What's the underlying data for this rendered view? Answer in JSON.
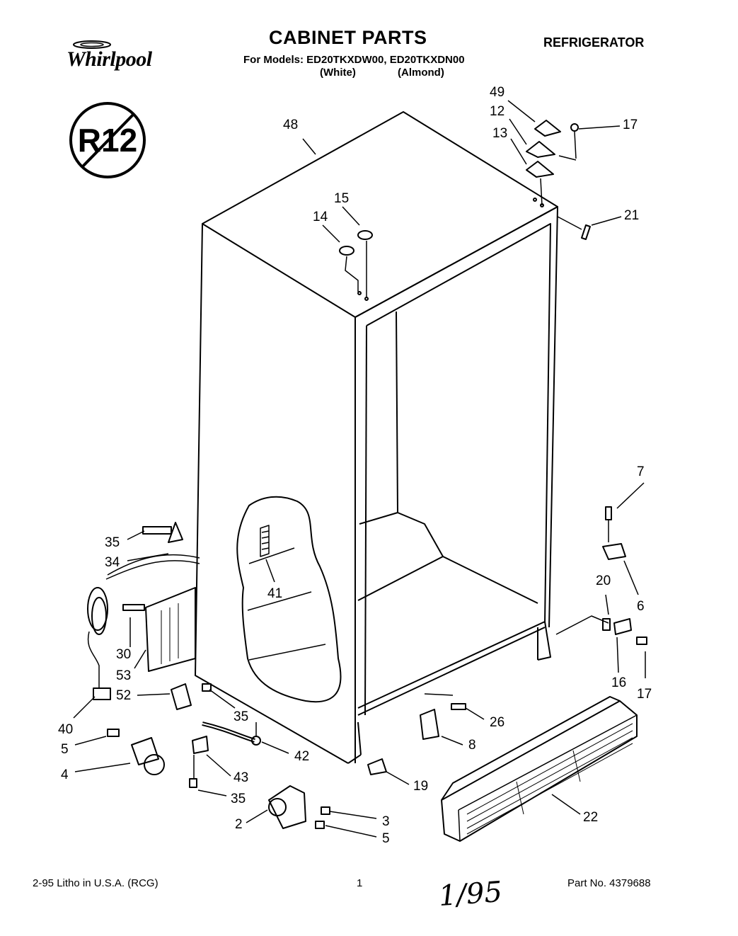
{
  "header": {
    "brand": "Whirlpool",
    "title": "CABINET PARTS",
    "category": "REFRIGERATOR",
    "models_line": "For Models: ED20TKXDW00, ED20TKXDN00",
    "color_white": "(White)",
    "color_almond": "(Almond)"
  },
  "badge": {
    "text": "R12"
  },
  "callouts": {
    "c49": "49",
    "c12": "12",
    "c17a": "17",
    "c13": "13",
    "c48": "48",
    "c15": "15",
    "c14": "14",
    "c21": "21",
    "c7": "7",
    "c6": "6",
    "c20": "20",
    "c16": "16",
    "c17b": "17",
    "c35a": "35",
    "c34": "34",
    "c41": "41",
    "c30": "30",
    "c53": "53",
    "c52": "52",
    "c35b": "35",
    "c40": "40",
    "c5a": "5",
    "c26": "26",
    "c8": "8",
    "c42": "42",
    "c4": "4",
    "c43": "43",
    "c19": "19",
    "c35c": "35",
    "c22": "22",
    "c3": "3",
    "c2": "2",
    "c5b": "5"
  },
  "footer": {
    "left": "2-95  Litho in U.S.A. (RCG)",
    "page": "1",
    "part": "Part No. 4379688",
    "handwritten": "1/95"
  }
}
